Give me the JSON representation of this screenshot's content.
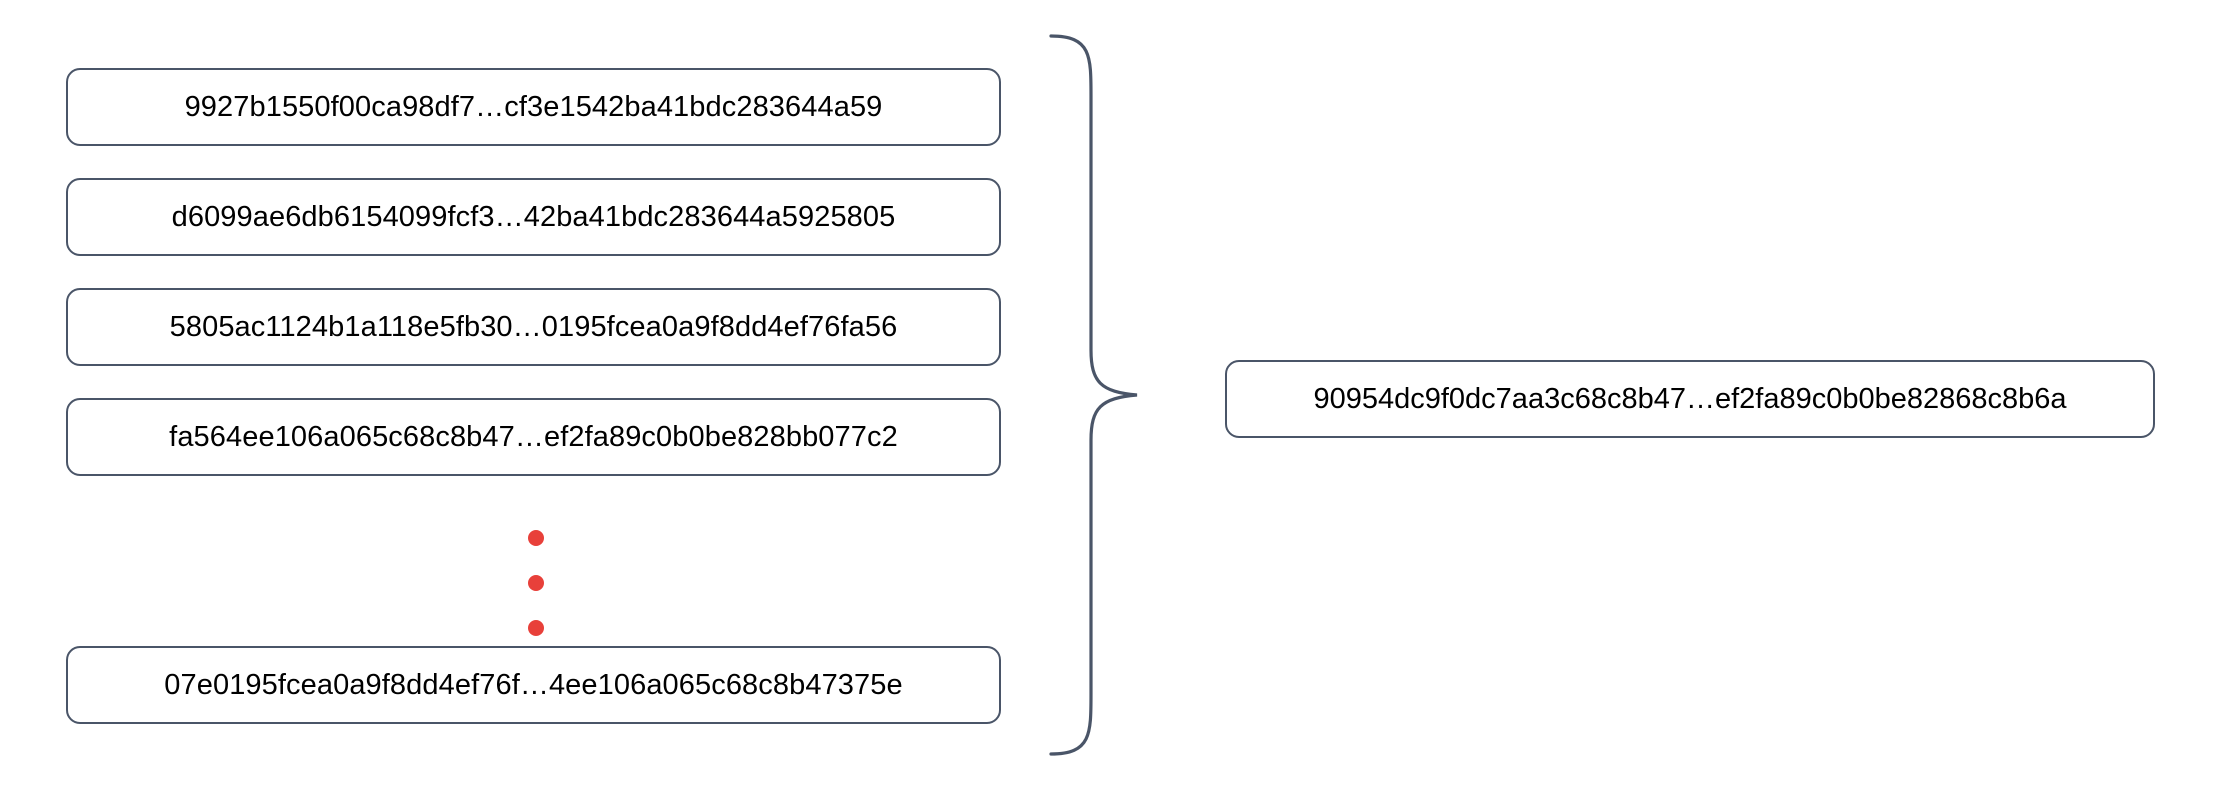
{
  "diagram": {
    "type": "hash-aggregation",
    "accent_color": "#e8403a",
    "stroke_color": "#4a5568",
    "text_color": "#000000",
    "background_color": "#ffffff",
    "inputs": [
      {
        "hash": "9927b1550f00ca98df7…cf3e1542ba41bdc283644a59"
      },
      {
        "hash": "d6099ae6db6154099fcf3…42ba41bdc283644a5925805"
      },
      {
        "hash": "5805ac1124b1a118e5fb30…0195fcea0a9f8dd4ef76fa56"
      },
      {
        "hash": "fa564ee106a065c68c8b47…ef2fa89c0b0be828bb077c2"
      },
      {
        "hash": "07e0195fcea0a9f8dd4ef76f…4ee106a065c68c8b47375e"
      }
    ],
    "ellipsis": {
      "glyph": "vertical-ellipsis",
      "dot_count": 3,
      "color": "#e8403a"
    },
    "brace": {
      "glyph": "right-curly-brace",
      "orientation": "points-right"
    },
    "output": {
      "hash": "90954dc9f0dc7aa3c68c8b47…ef2fa89c0b0be82868c8b6a"
    }
  }
}
